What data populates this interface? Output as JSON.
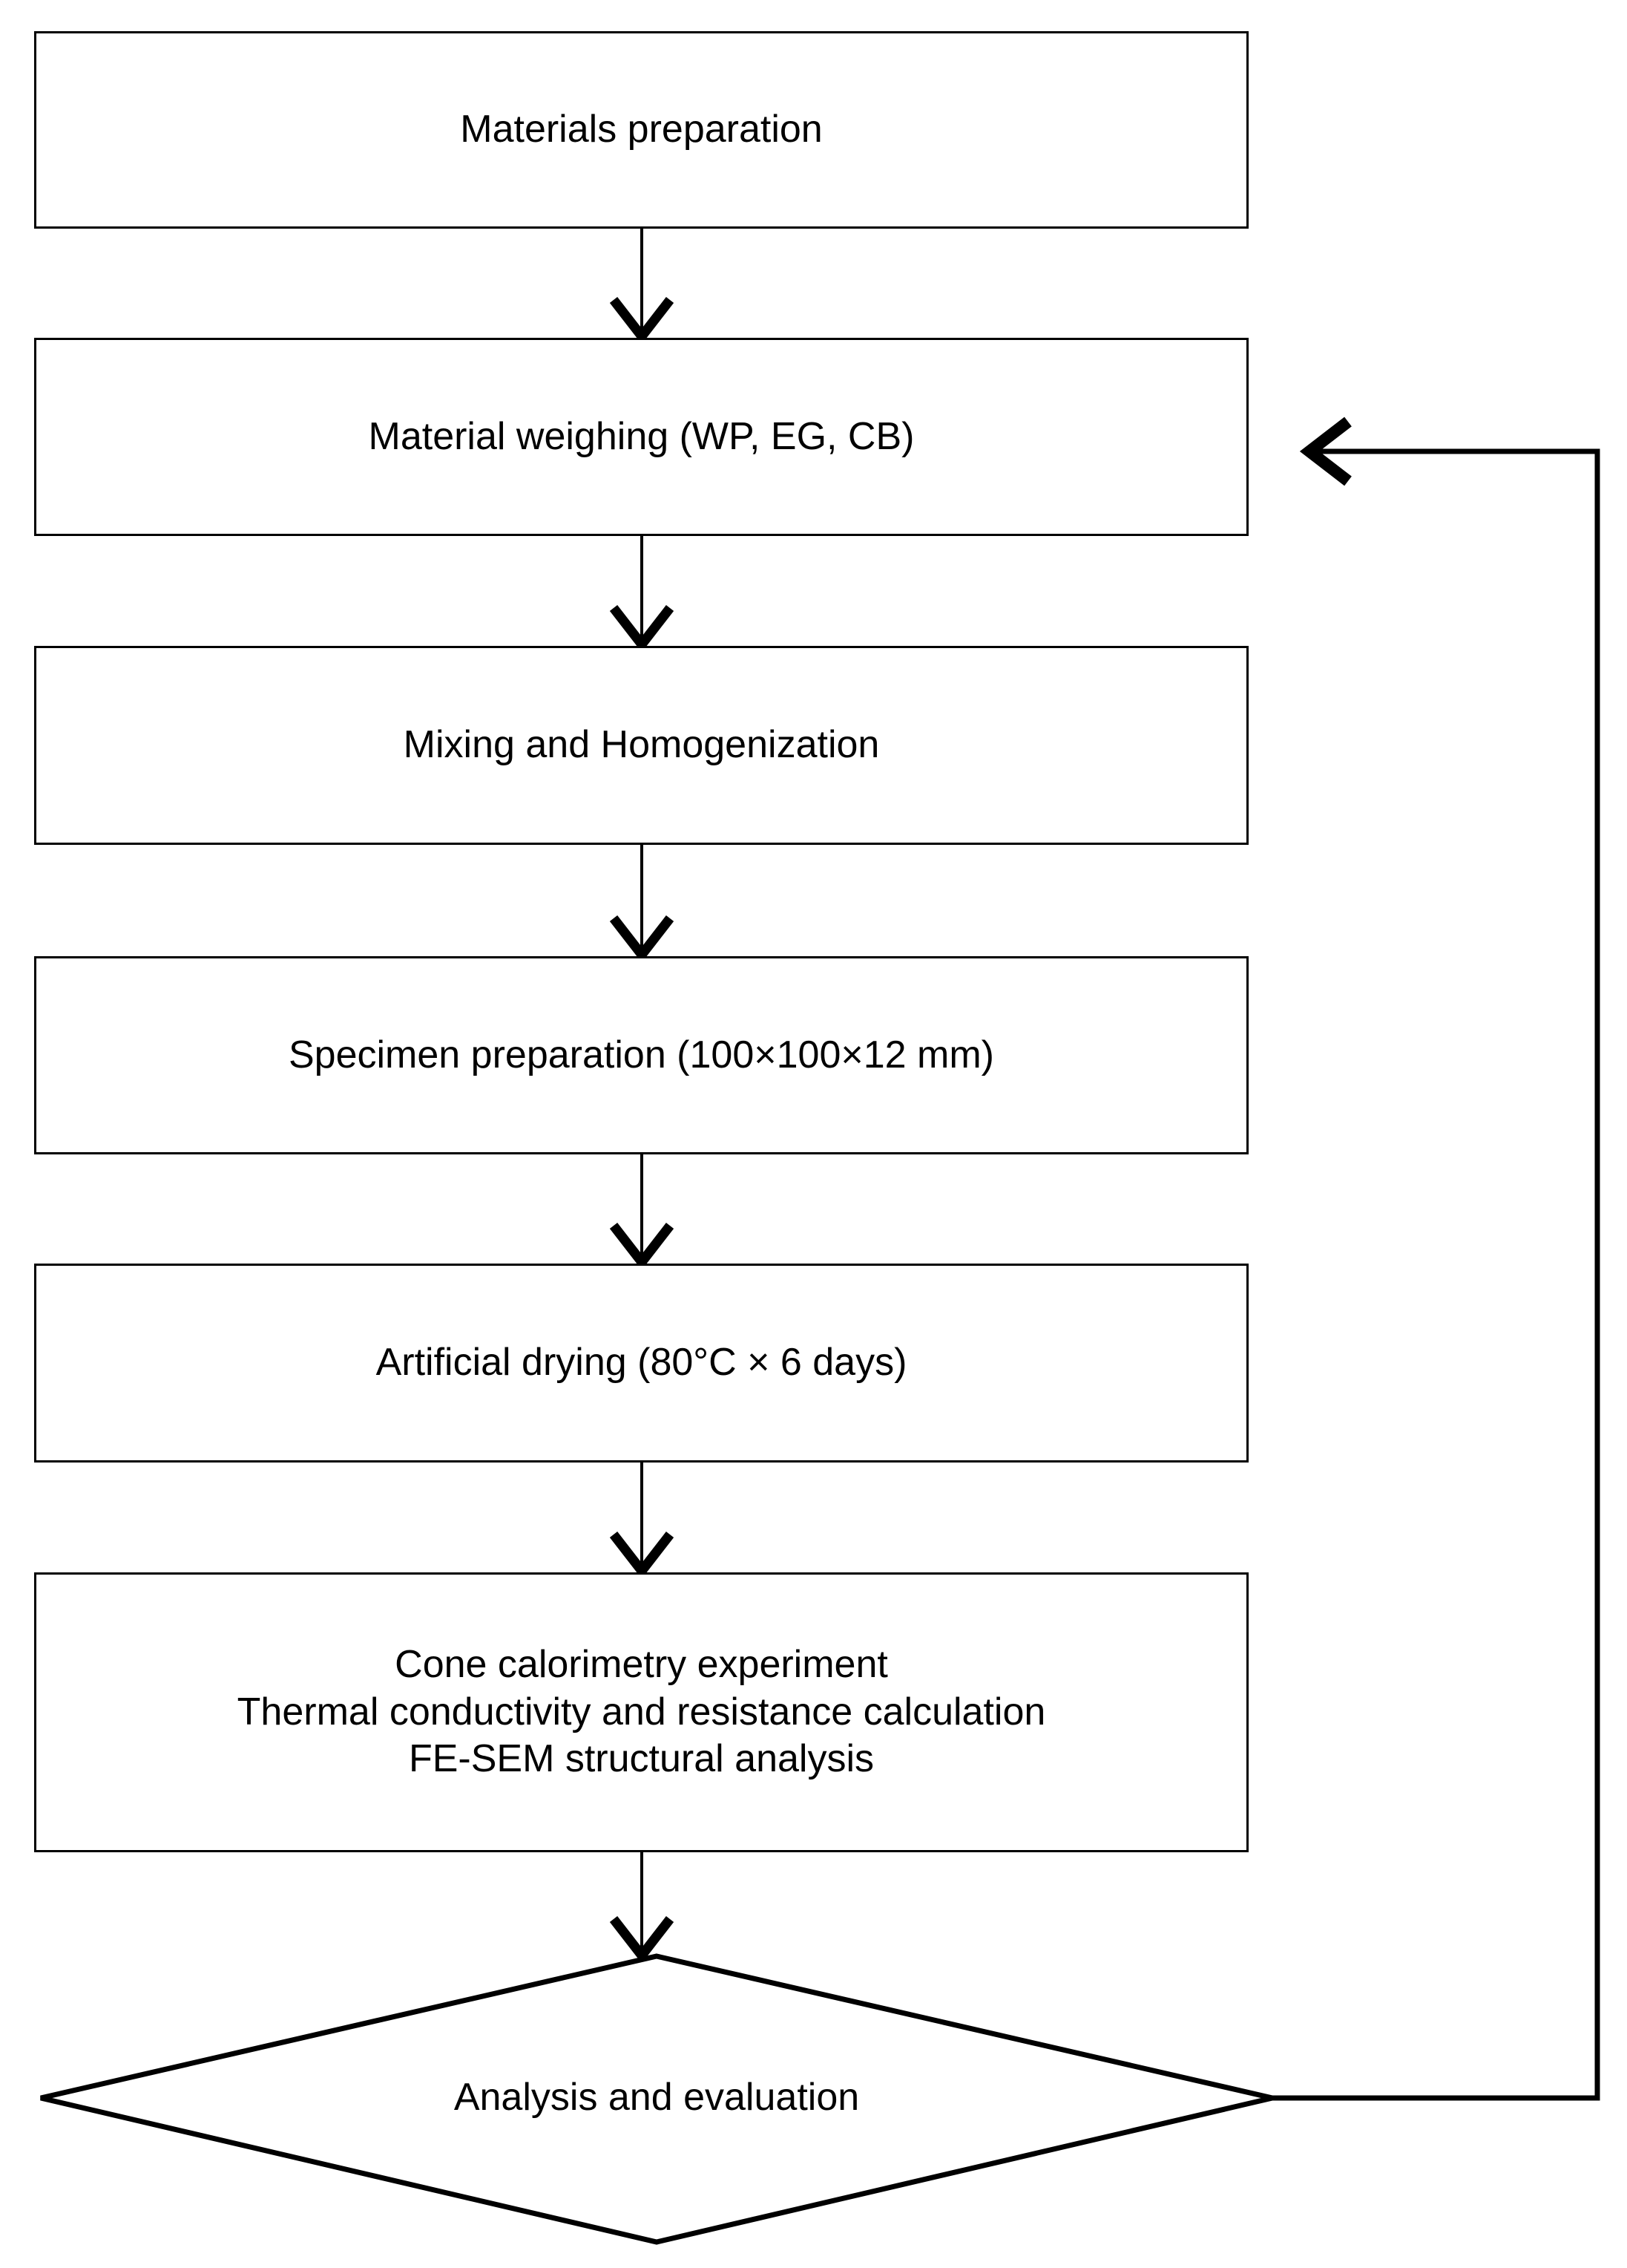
{
  "diagram": {
    "type": "flowchart",
    "title": "Experimental procedure flowchart",
    "orientation": "top-to-bottom",
    "background_color": "#ffffff",
    "line_color": "#000000",
    "text_color": "#000000",
    "nodes": [
      {
        "id": "materials-preparation",
        "shape": "rectangle",
        "label": "Materials preparation"
      },
      {
        "id": "material-weighing",
        "shape": "rectangle",
        "label": "Material weighing (WP, EG, CB)"
      },
      {
        "id": "mixing-homogenization",
        "shape": "rectangle",
        "label": "Mixing and Homogenization"
      },
      {
        "id": "specimen-preparation",
        "shape": "rectangle",
        "label": "Specimen preparation (100×100×12 mm)"
      },
      {
        "id": "artificial-drying",
        "shape": "rectangle",
        "label": "Artificial drying (80°C  × 6 days)"
      },
      {
        "id": "testing-analysis",
        "shape": "rectangle",
        "label": "Cone calorimetry experiment\nThermal conductivity and resistance calculation\nFE-SEM structural analysis"
      },
      {
        "id": "analysis-evaluation",
        "shape": "diamond",
        "label": "Analysis and evaluation"
      }
    ],
    "edges": [
      {
        "from": "materials-preparation",
        "to": "material-weighing",
        "style": "arrow-down"
      },
      {
        "from": "material-weighing",
        "to": "mixing-homogenization",
        "style": "arrow-down"
      },
      {
        "from": "mixing-homogenization",
        "to": "specimen-preparation",
        "style": "arrow-down"
      },
      {
        "from": "specimen-preparation",
        "to": "artificial-drying",
        "style": "arrow-down"
      },
      {
        "from": "artificial-drying",
        "to": "testing-analysis",
        "style": "arrow-down"
      },
      {
        "from": "testing-analysis",
        "to": "analysis-evaluation",
        "style": "arrow-down"
      },
      {
        "from": "analysis-evaluation",
        "to": "material-weighing",
        "style": "feedback-loop-right"
      }
    ]
  }
}
